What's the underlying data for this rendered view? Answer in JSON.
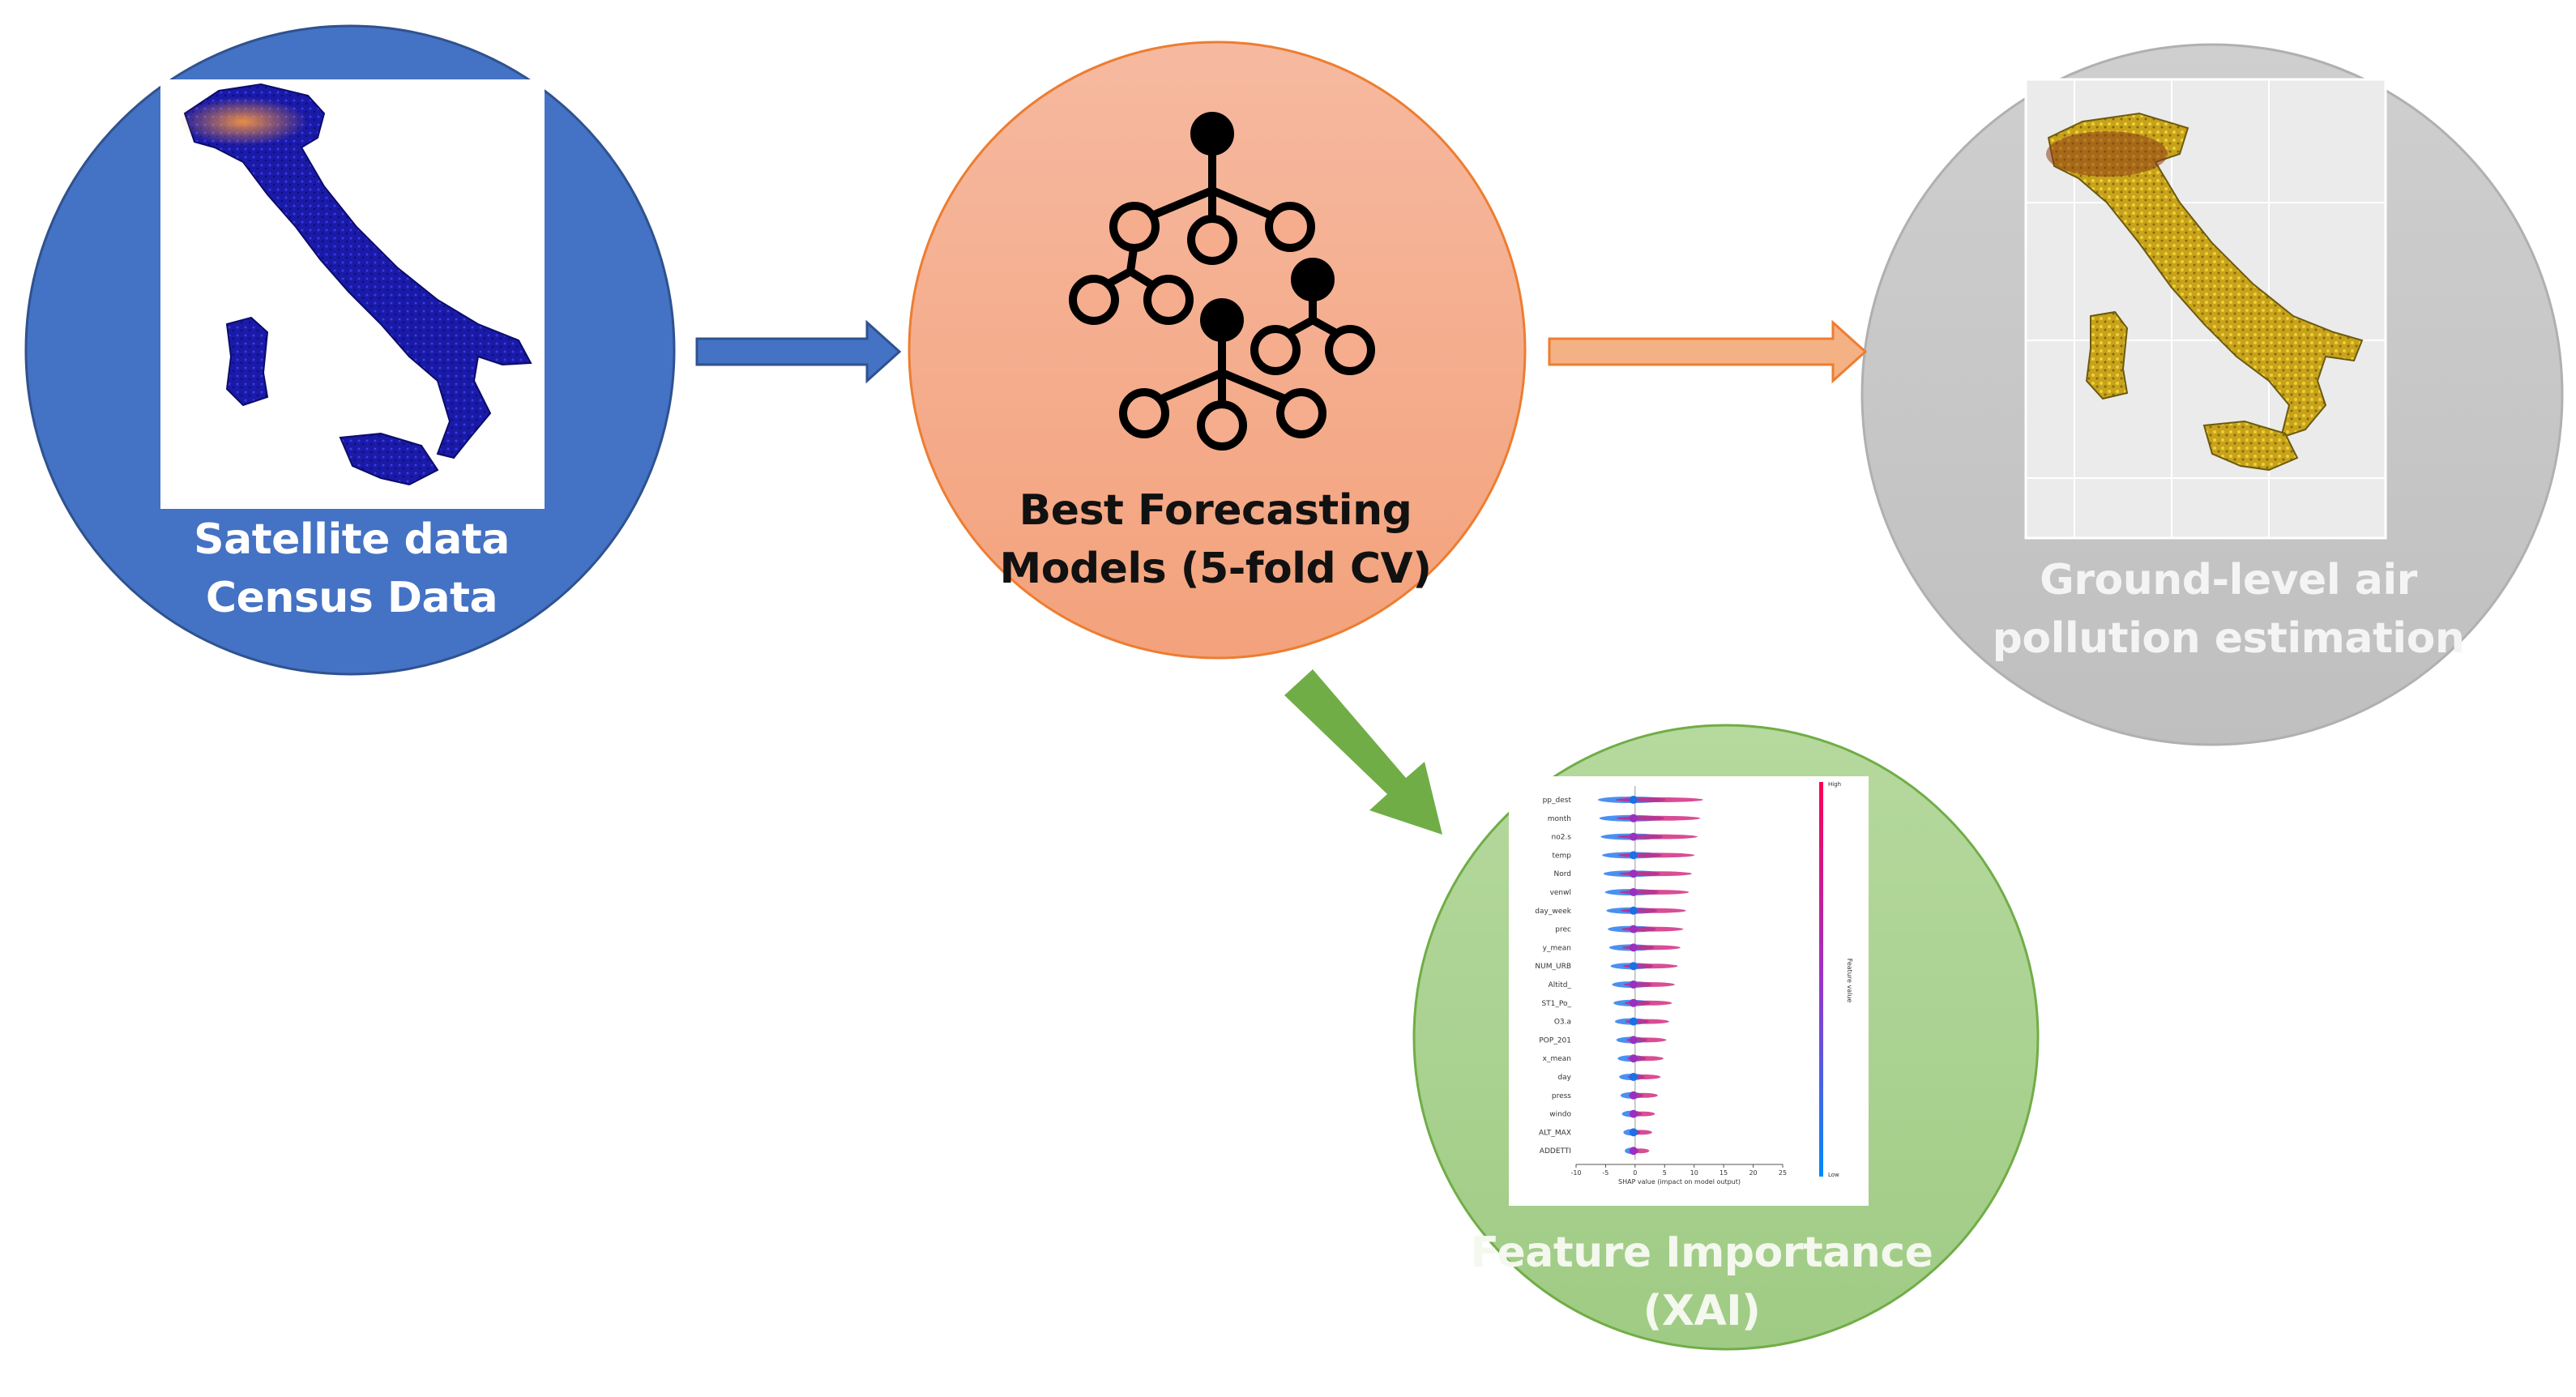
{
  "nodes": {
    "satellite": {
      "line1": "Satellite data",
      "line2": "Census Data",
      "fill": "#4472C4",
      "thumbnail": "italy-satellite-map"
    },
    "models": {
      "line1": "Best Forecasting",
      "line2": "Models (5-fold CV)",
      "fill": "#F4A582",
      "icon": "decision-tree-ensemble-icon"
    },
    "estimation": {
      "line1": "Ground-level air",
      "line2": "pollution estimation",
      "fill": "#C8C8C8",
      "thumbnail": "italy-pollution-map"
    },
    "xai": {
      "line1": "Feature Importance",
      "line2": "(XAI)",
      "fill": "#A9D18E",
      "thumbnail": "shap-summary-plot"
    }
  },
  "arrows": {
    "input_to_model": "#4472C4",
    "model_to_output": "#F4B183",
    "model_to_xai": "#70AD47"
  },
  "shap_plot": {
    "features": [
      "pp_dest",
      "month",
      "no2.s",
      "temp",
      "Nord",
      "venwl",
      "day_week",
      "prec",
      "y_mean",
      "NUM_URB",
      "Altitd_",
      "ST1_Po_",
      "O3.a",
      "POP_201",
      "x_mean",
      "day",
      "press",
      "windo",
      "ALT_MAX",
      "ADDETTI"
    ],
    "xticks": [
      "-10",
      "-5",
      "0",
      "5",
      "10",
      "15",
      "20",
      "25"
    ],
    "xlabel": "SHAP value (impact on model output)",
    "colorbar_label": "Feature value",
    "colorbar_high": "High",
    "colorbar_low": "Low"
  }
}
